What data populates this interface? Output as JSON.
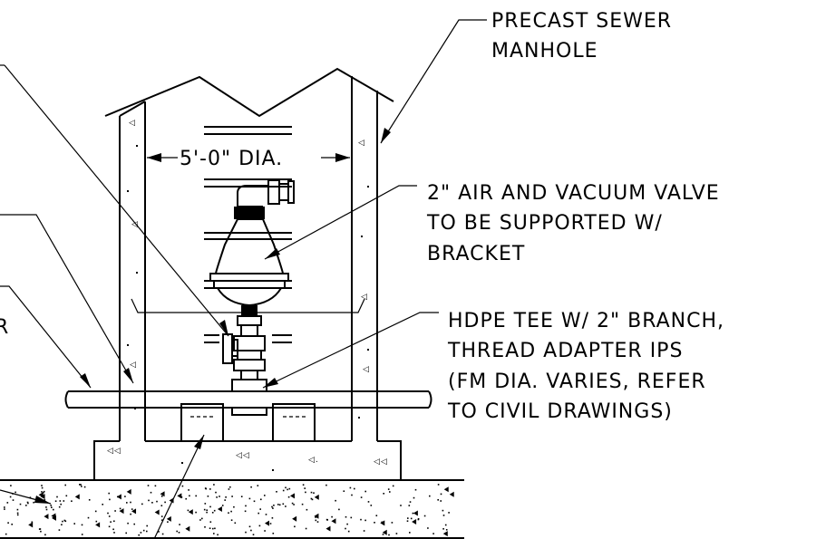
{
  "labels": {
    "manhole_line1": "PRECAST SEWER",
    "manhole_line2": "MANHOLE",
    "dia": "5'-0\" DIA.",
    "valve_line1": "2\" AIR AND VACUUM VALVE",
    "valve_line2": "TO BE SUPPORTED W/",
    "valve_line3": "BRACKET",
    "tee_line1": "HDPE TEE W/ 2\" BRANCH,",
    "tee_line2": "THREAD ADAPTER IPS",
    "tee_line3": "(FM DIA. VARIES, REFER",
    "tee_line4": "TO CIVIL DRAWINGS)",
    "left_frag1": "R",
    "left_frag2": "."
  },
  "colors": {
    "line": "#000000",
    "background": "#ffffff"
  }
}
